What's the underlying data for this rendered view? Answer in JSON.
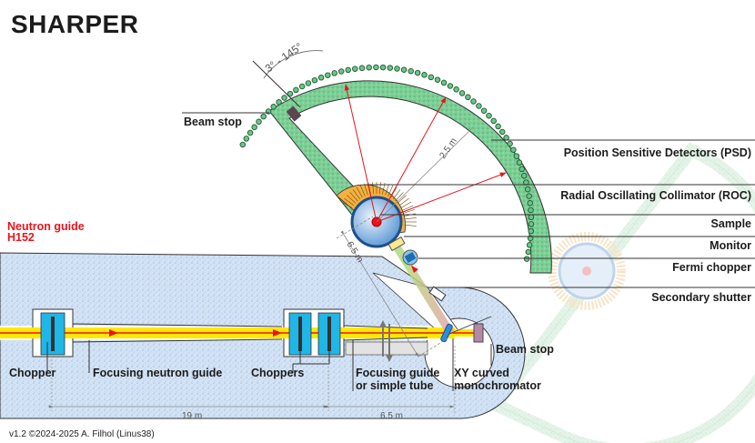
{
  "title": "SHARPER",
  "source_label": {
    "line1": "Neutron guide",
    "line2": "H152"
  },
  "labels": {
    "beam_stop_top": "Beam stop",
    "psd": "Position Sensitive Detectors (PSD)",
    "roc": "Radial Oscillating Collimator (ROC)",
    "sample": "Sample",
    "monitor": "Monitor",
    "fermi_chopper": "Fermi chopper",
    "secondary_shutter": "Secondary shutter",
    "beam_stop_bottom": "Beam stop",
    "chopper": "Chopper",
    "focusing_neutron_guide": "Focusing neutron guide",
    "choppers": "Choppers",
    "focusing_guide_line1": "Focusing guide",
    "focusing_guide_line2": "or simple tube",
    "monochromator_line1": "XY curved",
    "monochromator_line2": "monochromator"
  },
  "dimensions": {
    "angle_range": "3° - 145°",
    "detector_radius": "2.5 m",
    "mono_sample_distance": "6.5 m",
    "guide_length": "19 m",
    "tube_length": "6.5 m"
  },
  "footer": "v1.2   ©2024-2025 A. Filhol (Linus38)",
  "colors": {
    "shielding_blue": "#c9dcf0",
    "beam_yellow": "#ffe800",
    "beam_red": "#e8141c",
    "detector_green": "#6cc48a",
    "collimator_orange": "#f5b040",
    "chopper_cyan": "#1fb6e8",
    "sample_blue": "#2a6cb5"
  }
}
